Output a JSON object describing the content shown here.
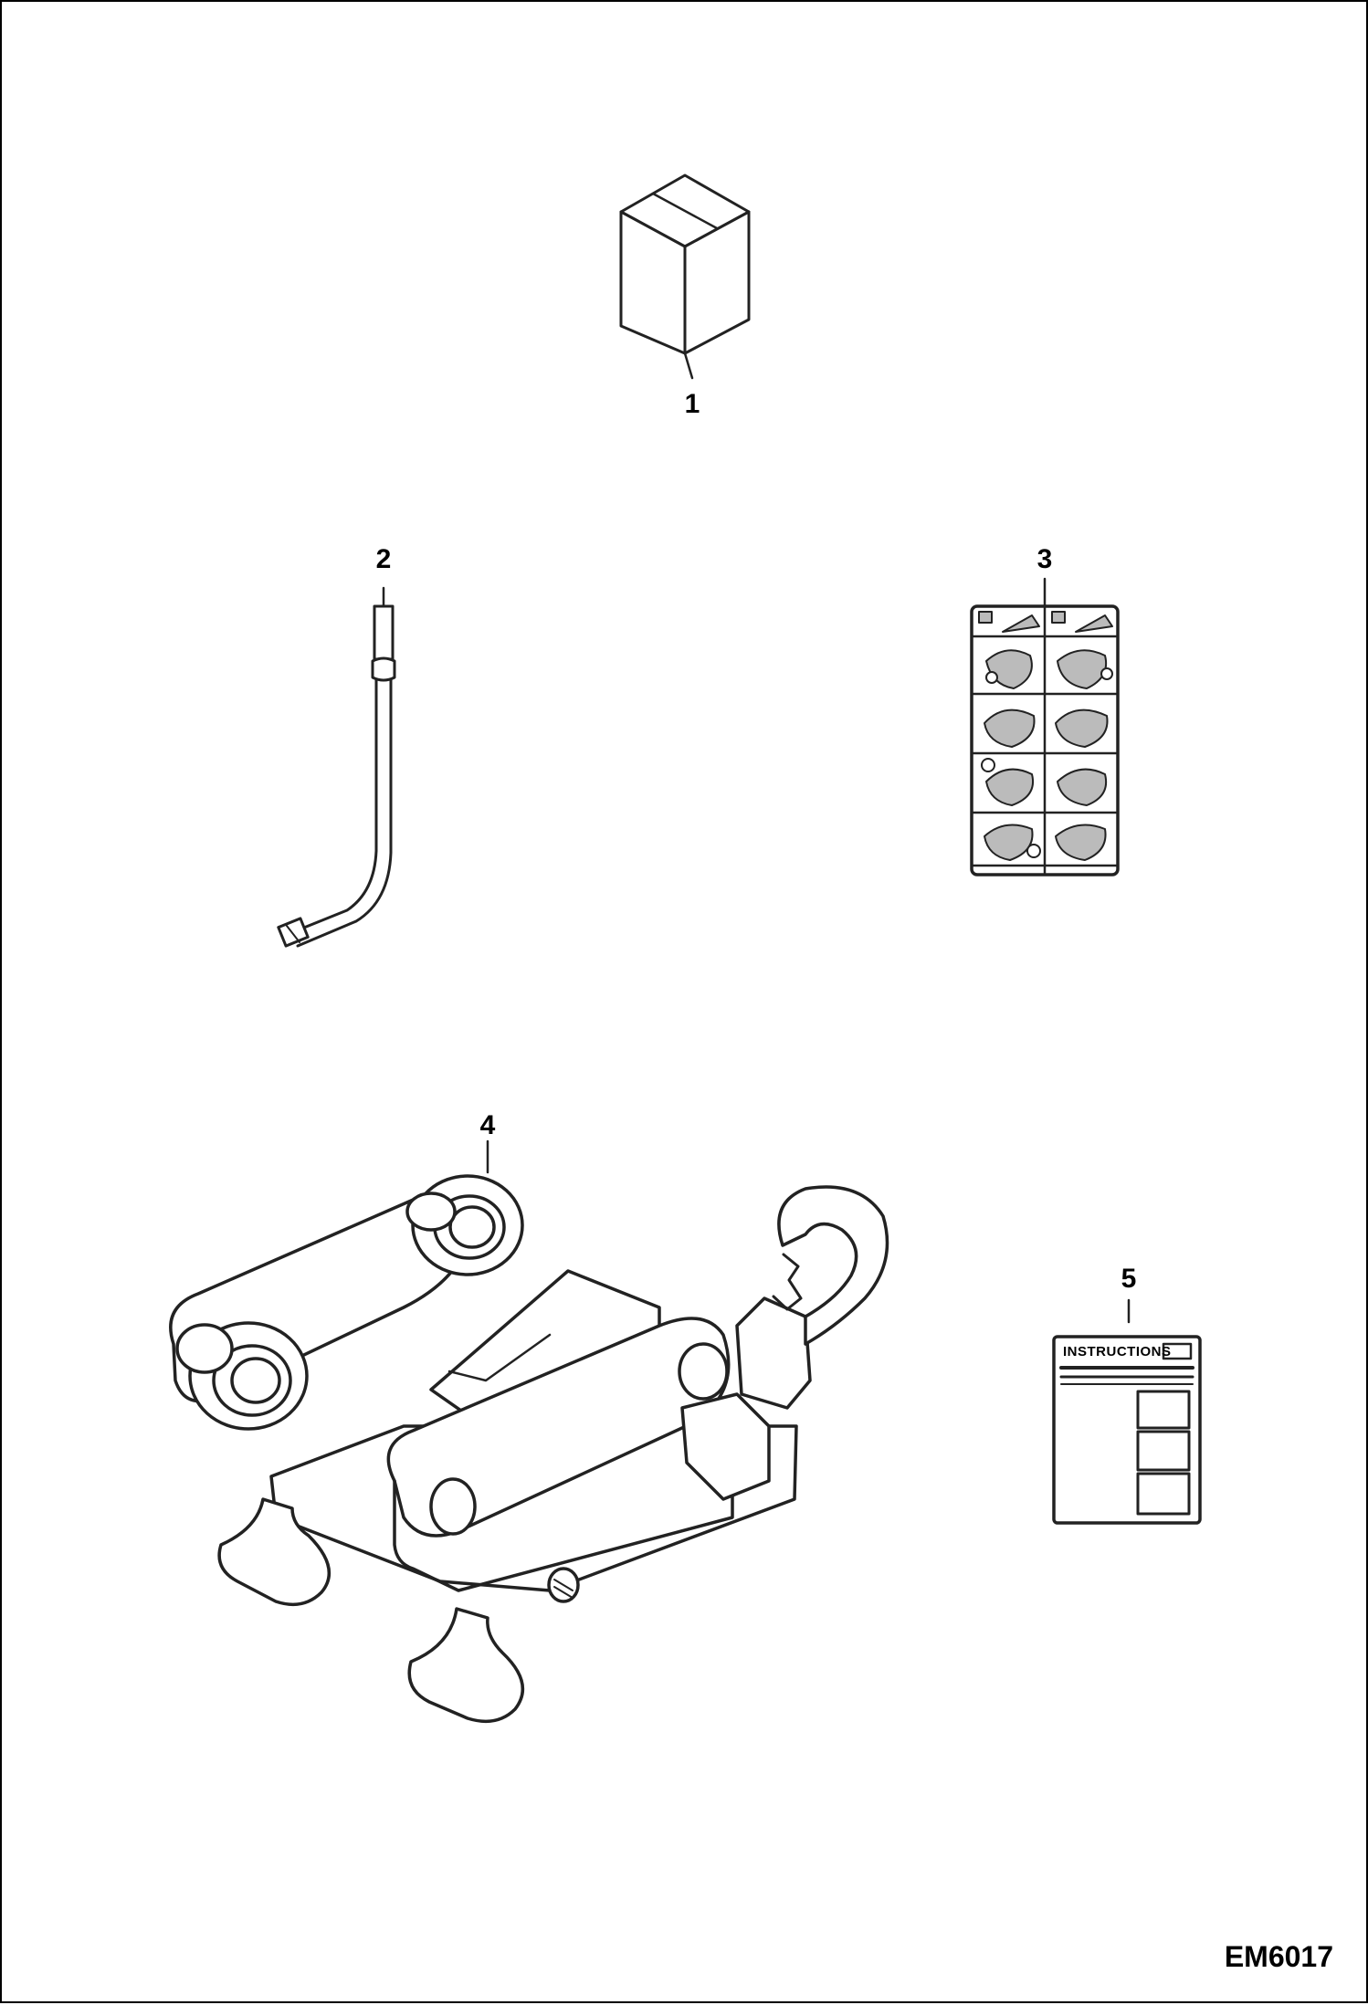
{
  "callouts": [
    "1",
    "2",
    "3",
    "4",
    "5"
  ],
  "instruction_card": {
    "title": "INSTRUCTIONS"
  },
  "drawing_code": "EM6017"
}
